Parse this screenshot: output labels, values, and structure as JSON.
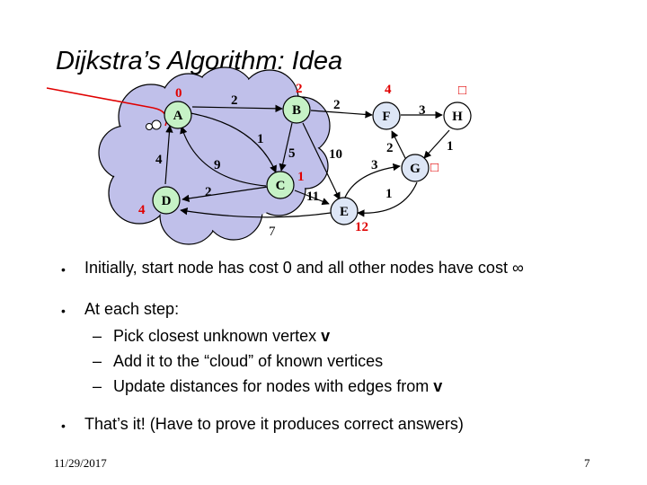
{
  "title": "Dijkstra’s Algorithm: Idea",
  "graph": {
    "nodes": {
      "A": "A",
      "B": "B",
      "C": "C",
      "D": "D",
      "E": "E",
      "F": "F",
      "G": "G",
      "H": "H"
    },
    "edge_weights": {
      "A_B": "2",
      "B_F": "2",
      "F_H": "3",
      "A_C": "1",
      "A_D": "4",
      "C_A": "9",
      "B_C": "5",
      "B_E": "10",
      "D_C": "2",
      "C_E": "11",
      "E_D": "7",
      "G_F": "2",
      "E_G": "3",
      "H_G": "1",
      "G_E": "1"
    },
    "costs": {
      "A": "0",
      "B": "2",
      "F": "4",
      "H": "□",
      "G": "□",
      "C": "1",
      "D": "4",
      "E": "12"
    }
  },
  "bullets": [
    {
      "text": "Initially, start node has cost 0 and all other nodes have cost",
      "symbol": "∞"
    },
    {
      "text": "At each step:"
    },
    {
      "text": "That’s it!  (Have to prove it produces correct answers)"
    }
  ],
  "sub_bullets": [
    {
      "text": "Pick closest unknown vertex ",
      "bold": "v"
    },
    {
      "text": "Add it to the “cloud” of known vertices",
      "bold": ""
    },
    {
      "text": "Update distances for nodes with edges from ",
      "bold": "v"
    }
  ],
  "markers": {
    "dot": "•",
    "dash": "–"
  },
  "footer": {
    "date": "11/29/2017",
    "page": "7"
  },
  "colors": {
    "cloud": "#c0c0ea",
    "node": "#c6f2c6",
    "node_unknown": "#dde6f6",
    "cost": "#e00000",
    "pointer": "#e00000"
  }
}
